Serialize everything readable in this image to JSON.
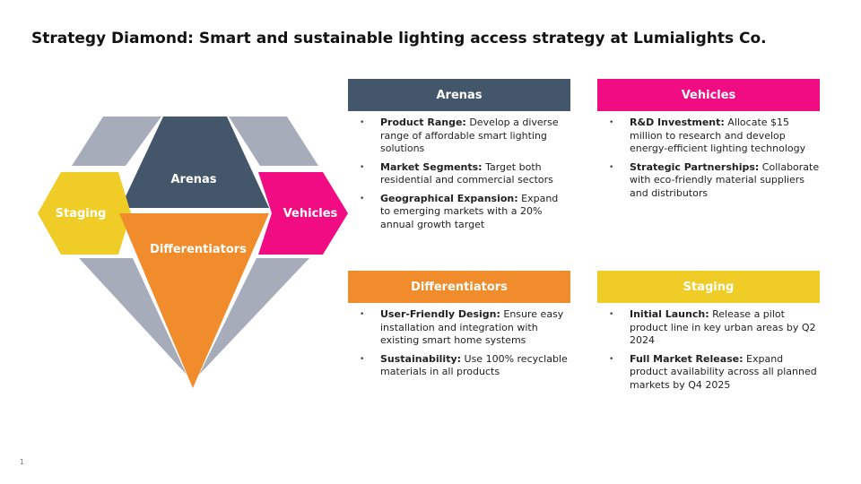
{
  "title": "Strategy Diamond: Smart and sustainable lighting access strategy at Lumialights Co.",
  "colors": {
    "arenas": "#44576a",
    "vehicles": "#f20c84",
    "differentiators": "#f08c2b",
    "staging": "#f0cc27",
    "gray": "#a7acba"
  },
  "diamond": {
    "arenas_label": "Arenas",
    "staging_label": "Staging",
    "vehicles_label": "Vehicles",
    "differentiators_label": "Differentiators"
  },
  "panels": {
    "arenas": {
      "header": "Arenas",
      "items": [
        {
          "bold": "Product Range:",
          "text": " Develop a diverse range of affordable smart lighting solutions"
        },
        {
          "bold": "Market Segments:",
          "text": " Target both residential and commercial sectors"
        },
        {
          "bold": "Geographical Expansion:",
          "text": " Expand to emerging markets with a 20% annual growth target"
        }
      ]
    },
    "vehicles": {
      "header": "Vehicles",
      "items": [
        {
          "bold": "R&D Investment:",
          "text": " Allocate $15 million to research and develop energy-efficient lighting technology"
        },
        {
          "bold": "Strategic Partnerships:",
          "text": " Collaborate with eco-friendly material suppliers and distributors"
        }
      ]
    },
    "differentiators": {
      "header": "Differentiators",
      "items": [
        {
          "bold": "User-Friendly Design:",
          "text": " Ensure easy installation and integration with existing smart home systems"
        },
        {
          "bold": "Sustainability:",
          "text": " Use 100% recyclable materials in all products"
        }
      ]
    },
    "staging": {
      "header": "Staging",
      "items": [
        {
          "bold": "Initial Launch:",
          "text": " Release a pilot product line in key urban areas by Q2 2024"
        },
        {
          "bold": "Full Market Release:",
          "text": " Expand product availability across all planned markets by Q4 2025"
        }
      ]
    }
  },
  "page_number": "1"
}
